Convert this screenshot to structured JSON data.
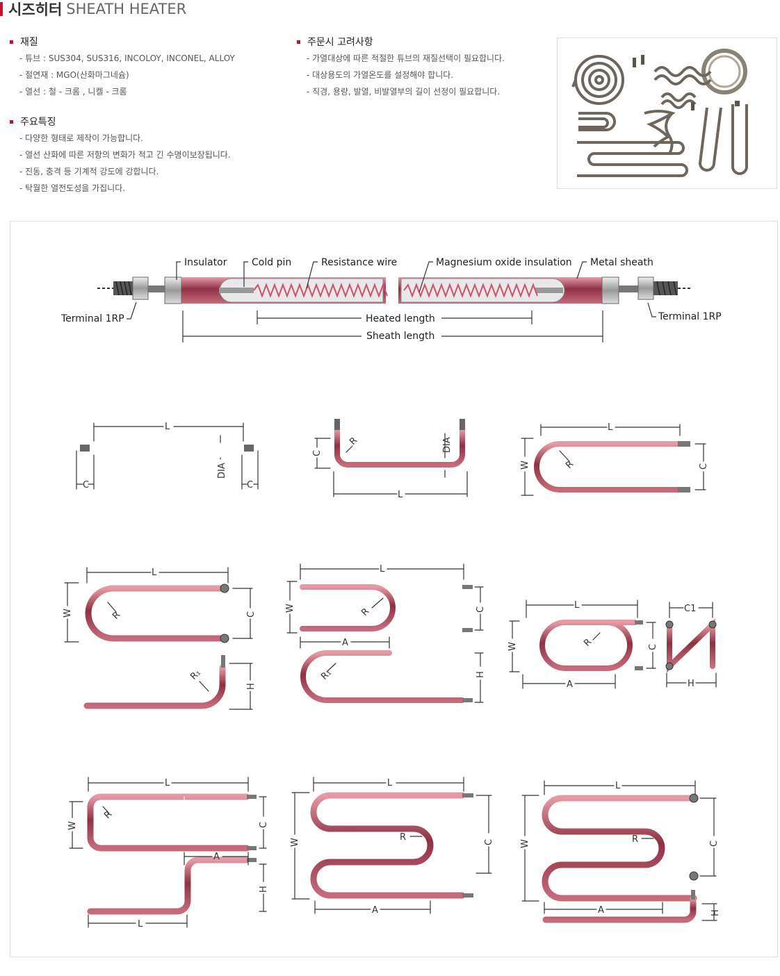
{
  "header": {
    "title_ko": "시즈히터",
    "title_en": "SHEATH HEATER"
  },
  "materials": {
    "heading": "재질",
    "items": [
      "- 튜브 : SUS304, SUS316, INCOLOY, INCONEL, ALLOY",
      "- 절연재 : MGO(산화마그네슘)",
      "- 열선 : 철 - 크롬 , 니켈 - 크롬"
    ]
  },
  "features": {
    "heading": "주요특징",
    "items": [
      "- 다양한 형태로 제작이 가능합니다.",
      "- 열선 산화에 따른 저항의 변화가 적고 긴 수명이보장됩니다.",
      "- 진동, 충격 등 기계적 강도에 강합니다.",
      "- 탁월한 열전도성을 가집니다."
    ]
  },
  "ordering": {
    "heading": "주문시 고려사항",
    "items": [
      "- 가열대상에 따른 적절한 튜브의 재질선택이 필요합니다.",
      "- 대상용도의 가열온도를 설정해야 합니다.",
      "- 직경, 용량, 발열, 비발열부의 길이 선정이 필요합니다."
    ]
  },
  "structure": {
    "insulator": "Insulator",
    "cold_pin": "Cold pin",
    "resistance_wire": "Resistance wire",
    "mgo_insulation": "Magnesium oxide insulation",
    "metal_sheath": "Metal sheath",
    "terminal_left": "Terminal 1RP",
    "terminal_right": "Terminal 1RP",
    "heated_length": "Heated length",
    "sheath_length": "Sheath length"
  },
  "dims": {
    "L": "L",
    "C": "C",
    "DIA": "DIA",
    "R": "R",
    "W": "W",
    "H": "H",
    "A": "A",
    "R1": "R₁",
    "C1": "C1"
  },
  "colors": {
    "accent": "#c8102e",
    "tube_pink": "#f2a3ad",
    "tube_dark": "#8a2f40"
  }
}
